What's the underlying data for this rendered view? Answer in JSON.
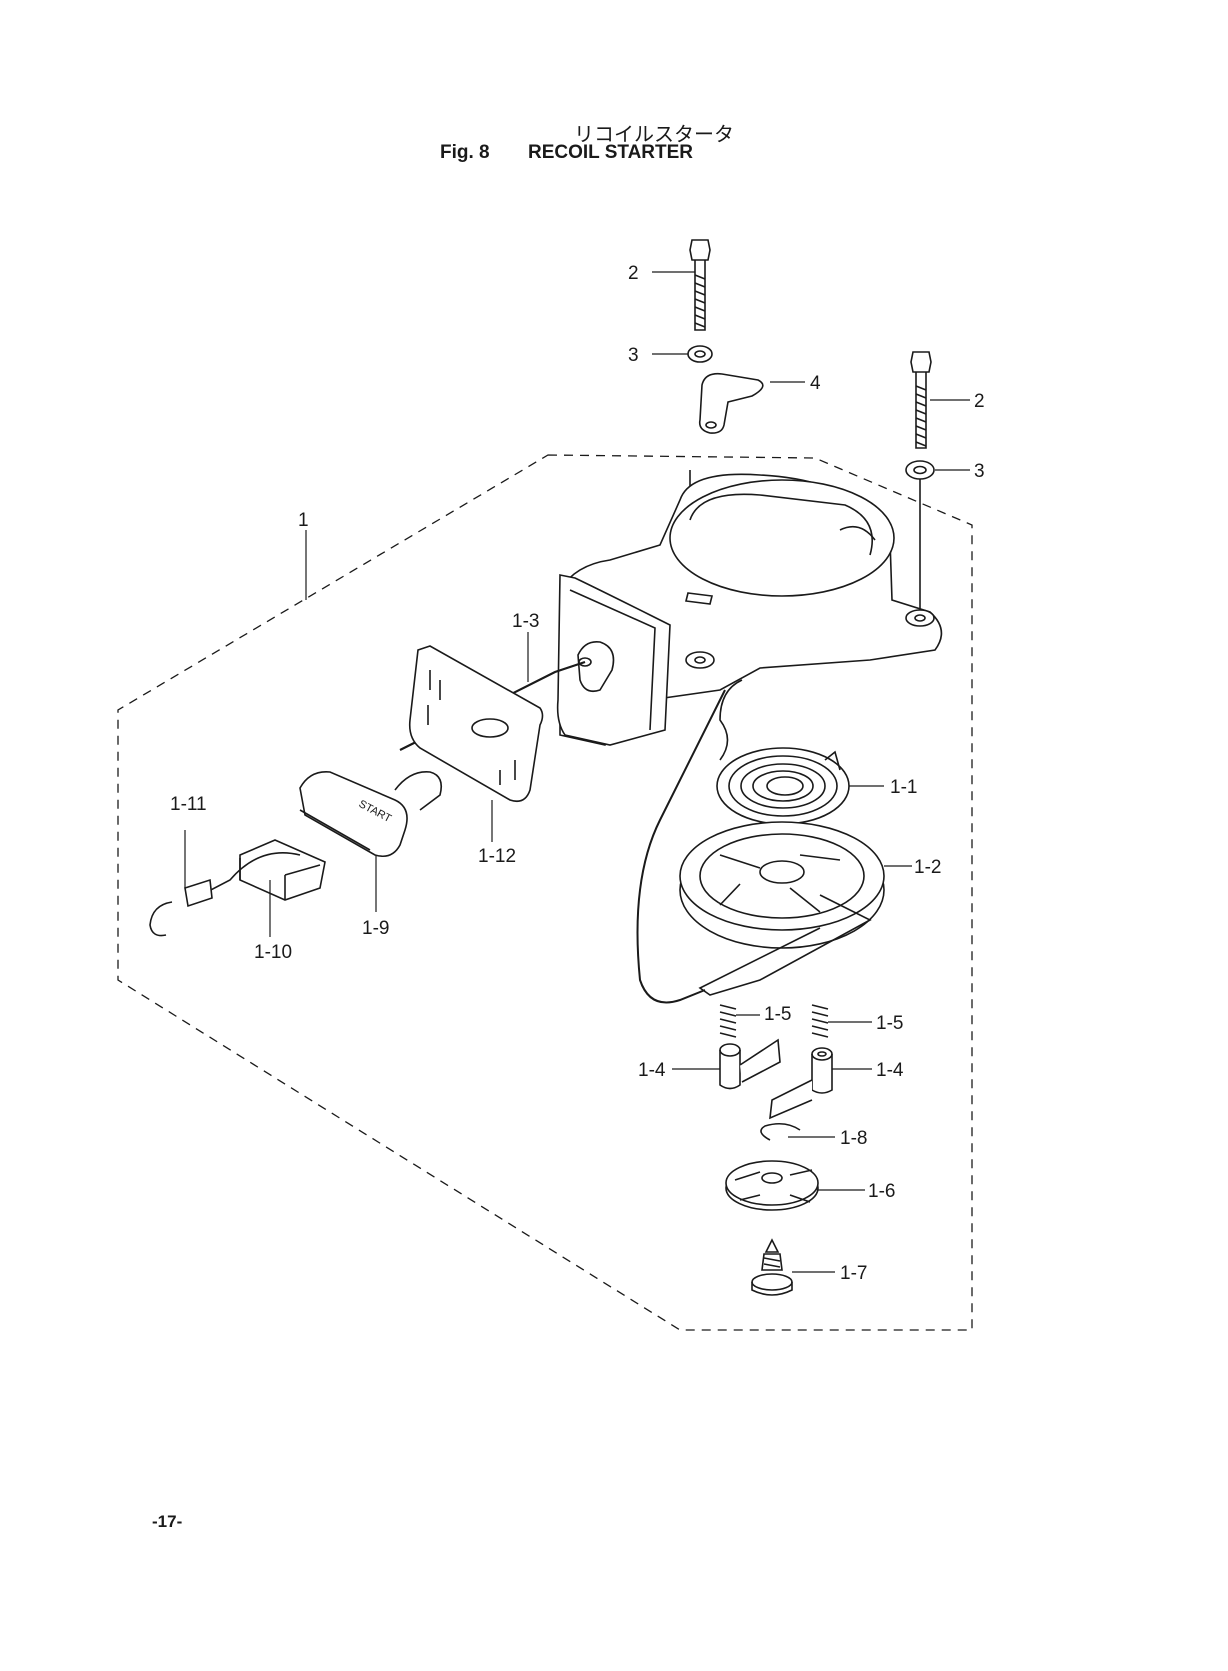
{
  "title_jp": "リコイルスタータ",
  "figure_label": "Fig. 8",
  "figure_name": "RECOIL STARTER",
  "handle_text": "START",
  "page_number": "-17-",
  "callouts": [
    "1",
    "2",
    "3",
    "4",
    "2",
    "3",
    "1-1",
    "1-2",
    "1-3",
    "1-4",
    "1-4",
    "1-5",
    "1-5",
    "1-6",
    "1-7",
    "1-8",
    "1-9",
    "1-10",
    "1-11",
    "1-12"
  ]
}
